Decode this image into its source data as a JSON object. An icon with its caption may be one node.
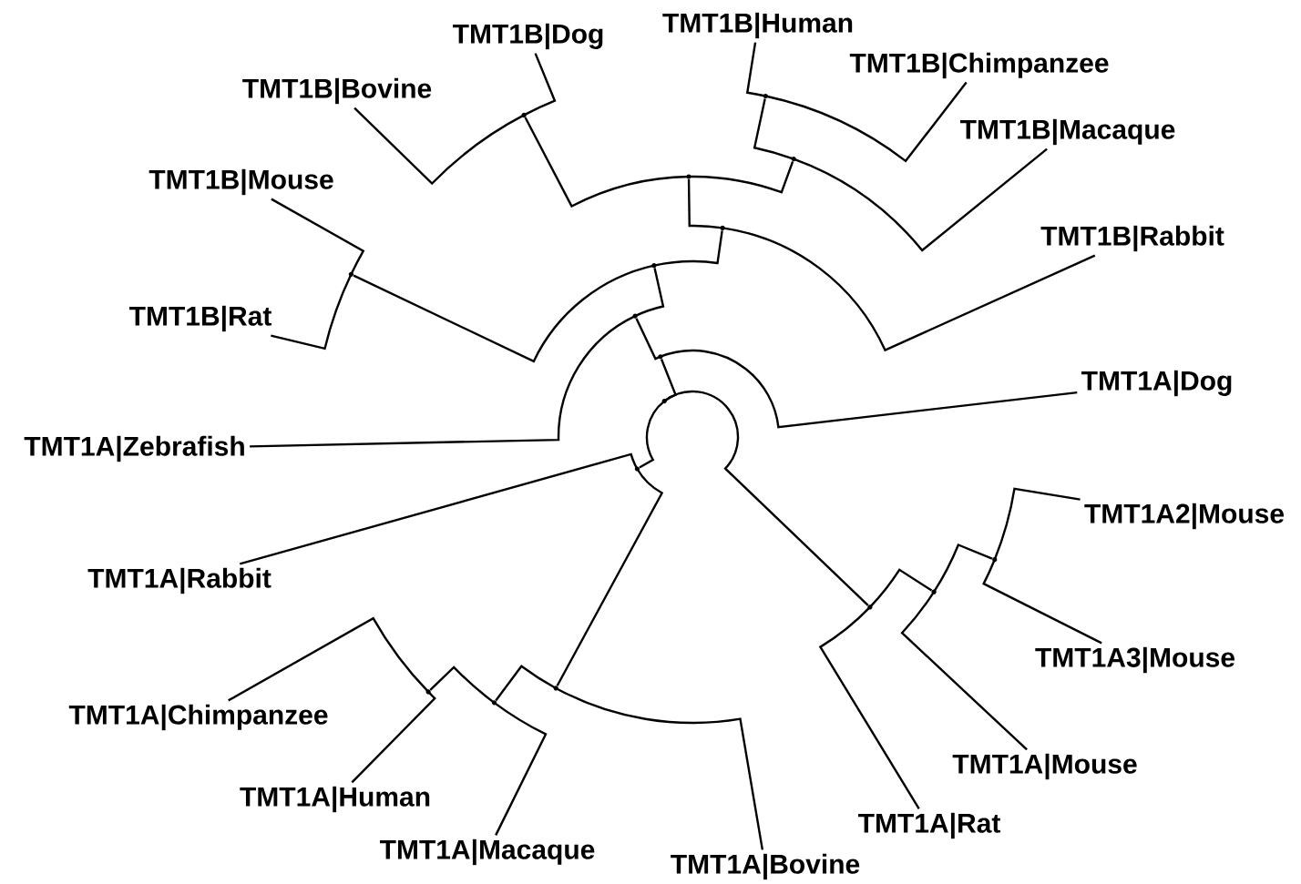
{
  "diagram": {
    "nodes": [
      {
        "text": [
          "TMT1B|Dog"
        ]
      },
      {
        "text": [
          "TMT1B|Human"
        ]
      },
      {
        "text": [
          "TMT1B|Chimpanzee"
        ]
      },
      {
        "text": [
          "TMT1B|Bovine"
        ]
      },
      {
        "text": [
          "TMT1B|Macaque"
        ]
      },
      {
        "text": [
          "TMT1B|Mouse"
        ]
      },
      {
        "text": [
          "TMT1B|Rabbit"
        ]
      },
      {
        "text": [
          "TMT1B|Rat"
        ]
      },
      {
        "text": [
          "TMT1A|Dog"
        ]
      },
      {
        "text": [
          "TMT1A|Zebrafish"
        ]
      },
      {
        "text": [
          "TMT1A2|Mouse"
        ]
      },
      {
        "text": [
          "TMT1A|Rabbit"
        ]
      },
      {
        "text": [
          "TMT1A3|Mouse"
        ]
      },
      {
        "text": [
          "TMT1A|Chimpanzee"
        ]
      },
      {
        "text": [
          "TMT1A|Mouse"
        ]
      },
      {
        "text": [
          "TMT1A|Human"
        ]
      },
      {
        "text": [
          "TMT1A|Rat"
        ]
      },
      {
        "text": [
          "TMT1A|Macaque"
        ]
      },
      {
        "text": [
          "TMT1A|Bovine"
        ]
      },
      {
        "text": [],
        "shape": "point"
      },
      {
        "text": [],
        "shape": "point"
      },
      {
        "text": [],
        "shape": "point"
      },
      {
        "text": [],
        "shape": "point"
      },
      {
        "text": [],
        "shape": "point"
      },
      {
        "text": [],
        "shape": "point"
      },
      {
        "text": [],
        "shape": "point"
      },
      {
        "text": [],
        "shape": "point"
      },
      {
        "text": [],
        "shape": "point"
      },
      {
        "text": [],
        "shape": "point"
      },
      {
        "text": [],
        "shape": "point"
      },
      {
        "text": [],
        "shape": "point"
      },
      {
        "text": [],
        "shape": "point"
      },
      {
        "text": [],
        "shape": "point"
      },
      {
        "text": [],
        "shape": "point"
      },
      {
        "text": [],
        "shape": "point"
      },
      {
        "text": [],
        "shape": "point"
      }
    ],
    "edges": [
      {
        "from": 28,
        "to": 27,
        "arrow": "none"
      },
      {
        "from": 28,
        "to": 29,
        "arrow": "none"
      },
      {
        "from": 28,
        "to": 32,
        "arrow": "none"
      },
      {
        "from": 27,
        "to": 26,
        "arrow": "none"
      },
      {
        "from": 27,
        "to": 8,
        "arrow": "none"
      },
      {
        "from": 26,
        "to": 24,
        "arrow": "none"
      },
      {
        "from": 26,
        "to": 9,
        "arrow": "none"
      },
      {
        "from": 24,
        "to": 25,
        "arrow": "none"
      },
      {
        "from": 24,
        "to": 23,
        "arrow": "none"
      },
      {
        "from": 25,
        "to": 5,
        "arrow": "none"
      },
      {
        "from": 25,
        "to": 7,
        "arrow": "none"
      },
      {
        "from": 23,
        "to": 22,
        "arrow": "none"
      },
      {
        "from": 23,
        "to": 6,
        "arrow": "none"
      },
      {
        "from": 22,
        "to": 20,
        "arrow": "none"
      },
      {
        "from": 22,
        "to": 21,
        "arrow": "none"
      },
      {
        "from": 20,
        "to": 0,
        "arrow": "none"
      },
      {
        "from": 20,
        "to": 3,
        "arrow": "none"
      },
      {
        "from": 21,
        "to": 19,
        "arrow": "none"
      },
      {
        "from": 21,
        "to": 4,
        "arrow": "none"
      },
      {
        "from": 19,
        "to": 1,
        "arrow": "none"
      },
      {
        "from": 19,
        "to": 2,
        "arrow": "none"
      },
      {
        "from": 29,
        "to": 11,
        "arrow": "none"
      },
      {
        "from": 29,
        "to": 33,
        "arrow": "none"
      },
      {
        "from": 33,
        "to": 35,
        "arrow": "none"
      },
      {
        "from": 33,
        "to": 18,
        "arrow": "none"
      },
      {
        "from": 35,
        "to": 34,
        "arrow": "none"
      },
      {
        "from": 35,
        "to": 17,
        "arrow": "none"
      },
      {
        "from": 34,
        "to": 13,
        "arrow": "none"
      },
      {
        "from": 34,
        "to": 15,
        "arrow": "none"
      },
      {
        "from": 32,
        "to": 16,
        "arrow": "none"
      },
      {
        "from": 32,
        "to": 31,
        "arrow": "none"
      },
      {
        "from": 31,
        "to": 14,
        "arrow": "none"
      },
      {
        "from": 31,
        "to": 30,
        "arrow": "none"
      },
      {
        "from": 30,
        "to": 12,
        "arrow": "none"
      },
      {
        "from": 30,
        "to": 10,
        "arrow": "none"
      }
    ]
  }
}
